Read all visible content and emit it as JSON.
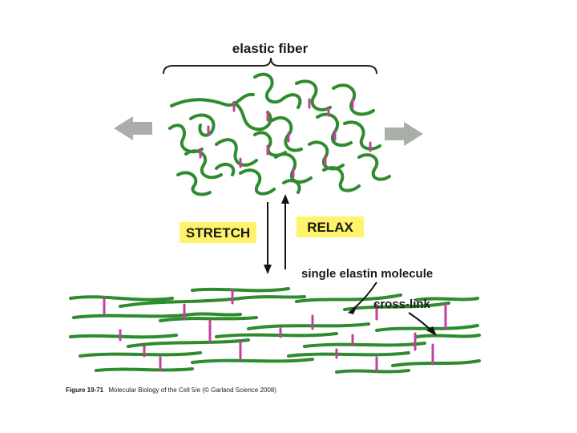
{
  "labels": {
    "elastic_fiber": "elastic fiber",
    "stretch": "STRETCH",
    "relax": "RELAX",
    "single_molecule": "single elastin molecule",
    "cross_link": "cross-link"
  },
  "caption": {
    "figure": "Figure 19-71",
    "text": "Molecular Biology of the Cell 5/e (© Garland Science 2008)"
  },
  "colors": {
    "fiber": "#2e8b2e",
    "crosslink": "#c2409a",
    "arrow": "#a9aea9",
    "highlight": "#fff36b"
  }
}
